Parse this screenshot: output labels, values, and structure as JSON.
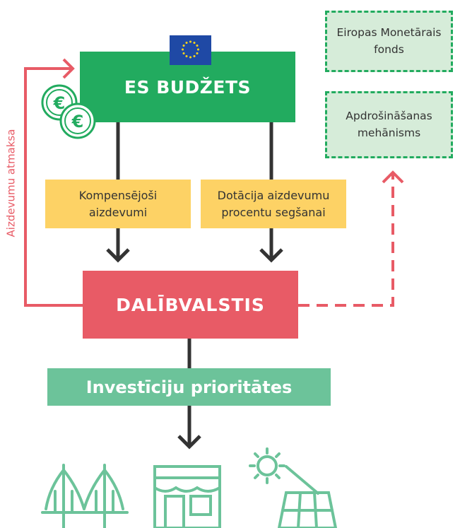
{
  "nodes": {
    "eu_budget": "ES BUDŽETS",
    "member_states": "DALĪBVALSTIS",
    "investment_priorities": "Investīciju prioritātes",
    "compensating_loans": "Kompensējoši aizdevumi",
    "interest_subsidy": "Dotācija aizdevumu procentu segšanai",
    "european_monetary_fund": "Eiropas Monetārais fonds",
    "insurance_mechanism": "Apdrošināšanas mehānisms"
  },
  "edges": {
    "loan_repayment_label": "Aizdevumu atmaksa"
  },
  "icons": [
    "eu-flag-icon",
    "euro-coins-icon",
    "bridge-icon",
    "shop-icon",
    "solar-panel-icon"
  ],
  "colors": {
    "eu_budget": "#22ab5f",
    "member_states": "#e85b66",
    "investment_priorities": "#6cc39a",
    "instruments": "#fdd265",
    "external_bodies_fill": "#d6ecd9",
    "arrows": "#333333",
    "flag": "#1f49a5"
  }
}
